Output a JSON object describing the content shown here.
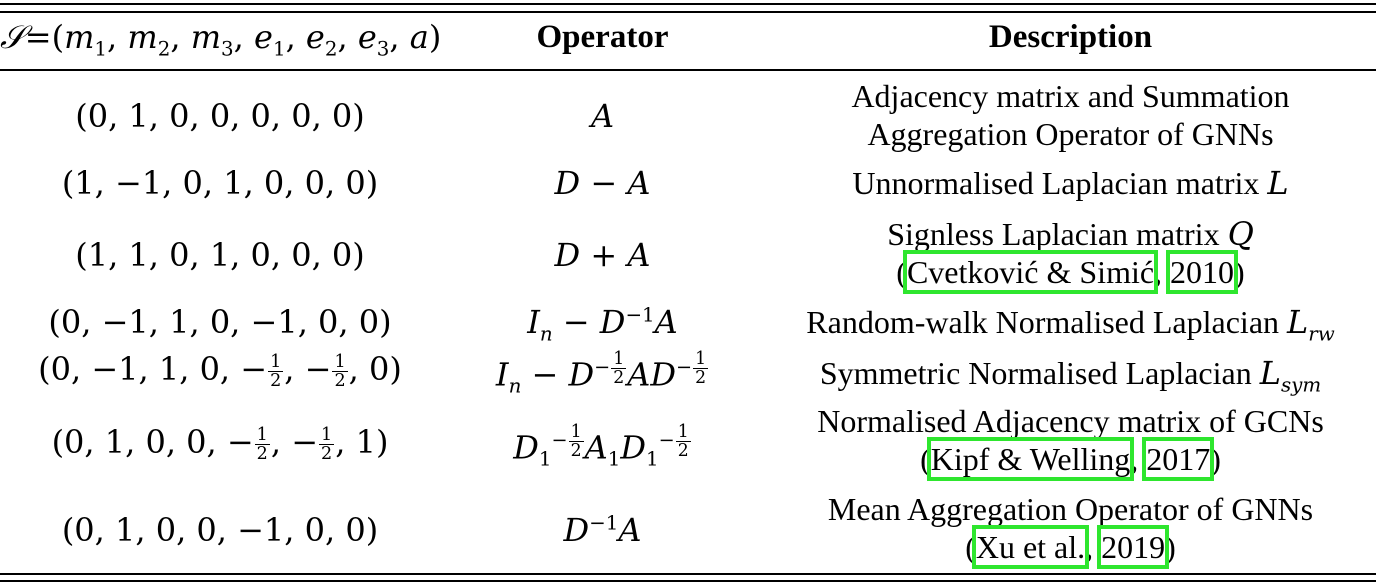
{
  "table": {
    "headers": {
      "signature": "𝒮=(m₁, m₂, m₃, e₁, e₂, e₃, a)",
      "operator": "Operator",
      "description": "Description"
    },
    "rows": [
      {
        "signature": "(0, 1, 0, 0, 0, 0, 0)",
        "operator": "A",
        "description_line1": "Adjacency matrix and Summation",
        "description_line2": "Aggregation Operator of GNNs"
      },
      {
        "signature": "(1, −1, 0, 1, 0, 0, 0)",
        "operator": "D − A",
        "description_line1": "Unnormalised Laplacian matrix",
        "description_symbol": "L"
      },
      {
        "signature": "(1, 1, 0, 1, 0, 0, 0)",
        "operator": "D + A",
        "description_line1": "Signless Laplacian matrix",
        "description_symbol": "Q",
        "citation": {
          "authors": "Cvetković & Simić",
          "year": "2010"
        }
      },
      {
        "signature": "(0, −1, 1, 0, −1, 0, 0)",
        "operator": "Iₙ − D⁻¹A",
        "description_line1": "Random-walk Normalised Laplacian",
        "description_symbol": "L",
        "description_subscript": "rw"
      },
      {
        "signature": "(0, −1, 1, 0, −½, −½, 0)",
        "operator": "Iₙ − D^(−½) A D^(−½)",
        "description_line1": "Symmetric Normalised Laplacian",
        "description_symbol": "L",
        "description_subscript": "sym"
      },
      {
        "signature": "(0, 1, 0, 0, −½, −½, 1)",
        "operator": "D₁^(−½) A₁ D₁^(−½)",
        "description_line1": "Normalised Adjacency matrix of GCNs",
        "citation": {
          "authors": "Kipf & Welling",
          "year": "2017"
        }
      },
      {
        "signature": "(0, 1, 0, 0, −1, 0, 0)",
        "operator": "D⁻¹A",
        "description_line1": "Mean Aggregation Operator of GNNs",
        "citation": {
          "authors": "Xu et al.",
          "year": "2019"
        }
      }
    ]
  },
  "annotations": {
    "highlight_color": "#2ee62e"
  },
  "tokens": {
    "comma": ",",
    "lparen": "(",
    "rparen": ")",
    "minus_half_num": "1",
    "minus_half_den": "2"
  }
}
